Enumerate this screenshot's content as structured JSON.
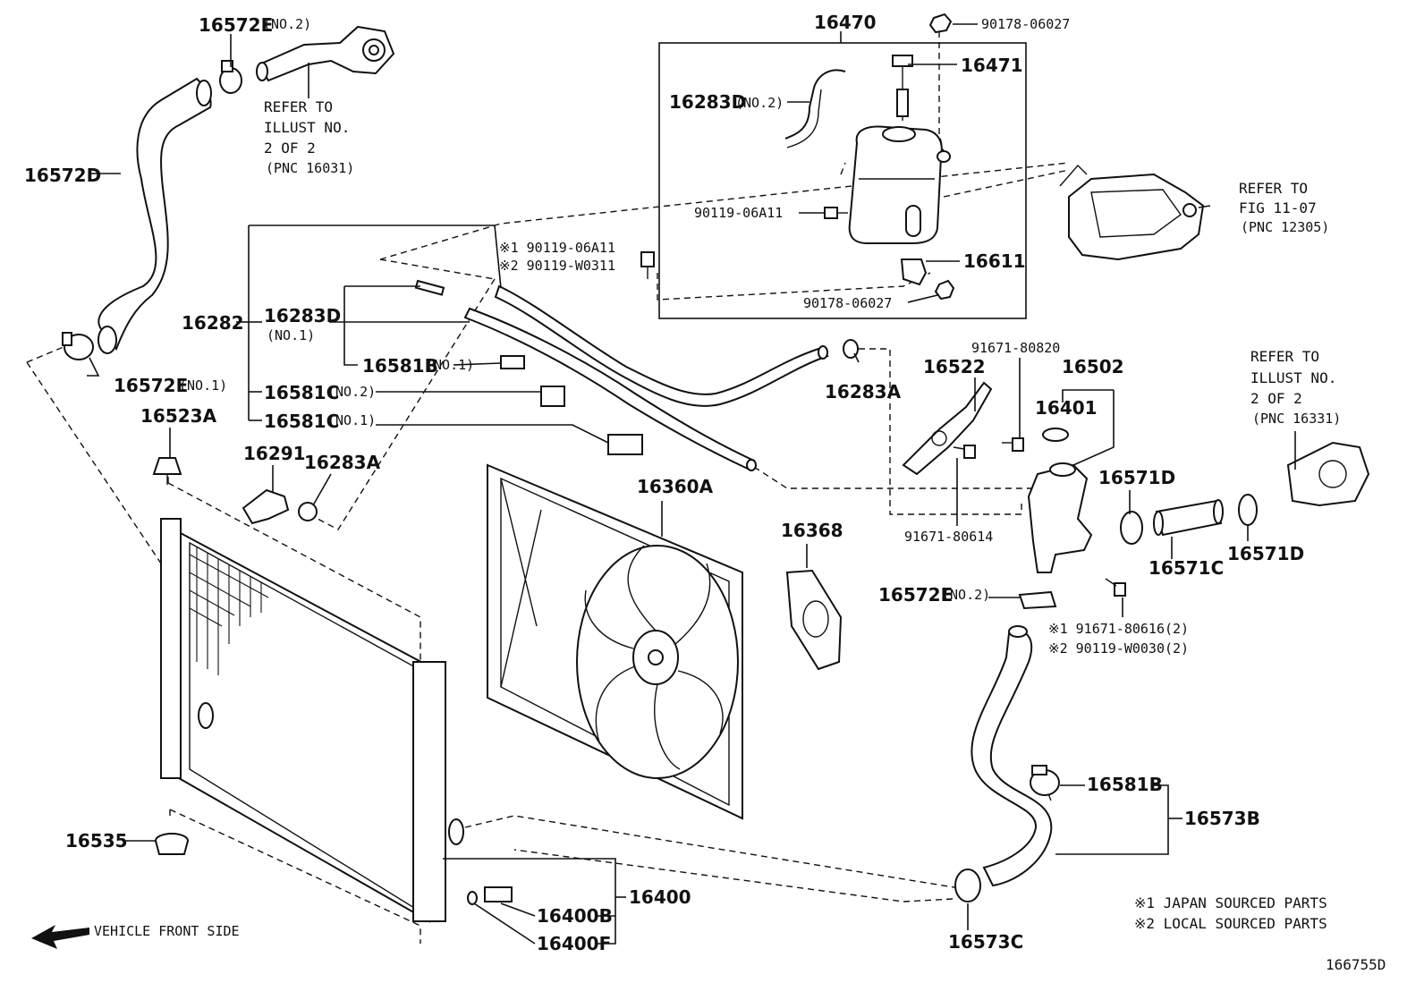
{
  "diagram_id": "166755D",
  "vehicle_front_side": "VEHICLE FRONT SIDE",
  "footnotes": {
    "note1": "※1 JAPAN SOURCED PARTS",
    "note2": "※2 LOCAL SOURCED PARTS"
  },
  "labels": {
    "p16572E_top": "16572E",
    "p16572E_top_sub": "(NO.2)",
    "refer_top_1": "REFER TO",
    "refer_top_2": "ILLUST NO.",
    "refer_top_3": "2 OF 2",
    "refer_top_4": "(PNC 16031)",
    "p16572D": "16572D",
    "p16470": "16470",
    "p90178_top": "90178-06027",
    "p16471": "16471",
    "p16283D_no2": "16283D",
    "p16283D_no2_sub": "(NO.2)",
    "p90119_06A11": "90119-06A11",
    "refer_fig_1": "REFER TO",
    "refer_fig_2": "FIG 11-07",
    "refer_fig_3": "(PNC 12305)",
    "p16611": "16611",
    "p90178_bottom": "90178-06027",
    "ref_s1_90119": "※1 90119-06A11",
    "ref_s2_90119": "※2 90119-W0311",
    "p16282": "16282",
    "p16283D_no1": "16283D",
    "p16283D_no1_sub": "(NO.1)",
    "p16581B_no1": "16581B",
    "p16581B_no1_sub": "(NO.1)",
    "p16581C_no2": "16581C",
    "p16581C_no2_sub": "(NO.2)",
    "p16581C_no1": "16581C",
    "p16581C_no1_sub": "(NO.1)",
    "p16572E_no1": "16572E",
    "p16572E_no1_sub": "(NO.1)",
    "p16523A": "16523A",
    "p16291": "16291",
    "p16283A_left": "16283A",
    "p16283A_right": "16283A",
    "p91671_80820": "91671-80820",
    "p16522": "16522",
    "p16502": "16502",
    "p16401": "16401",
    "refer_right_1": "REFER TO",
    "refer_right_2": "ILLUST NO.",
    "refer_right_3": "2 OF 2",
    "refer_right_4": "(PNC 16331)",
    "p16571D_left": "16571D",
    "p16571D_right": "16571D",
    "p16571C": "16571C",
    "p91671_80614": "91671-80614",
    "p16360A": "16360A",
    "p16368": "16368",
    "p16572E_no2_right": "16572E",
    "p16572E_no2_right_sub": "(NO.2)",
    "ref_s1_91671": "※1 91671-80616(2)",
    "ref_s2_90119_w0030": "※2 90119-W0030(2)",
    "p16581B_right": "16581B",
    "p16573B": "16573B",
    "p16535": "16535",
    "p16400": "16400",
    "p16400B": "16400B",
    "p16400F": "16400F",
    "p16573C": "16573C"
  }
}
